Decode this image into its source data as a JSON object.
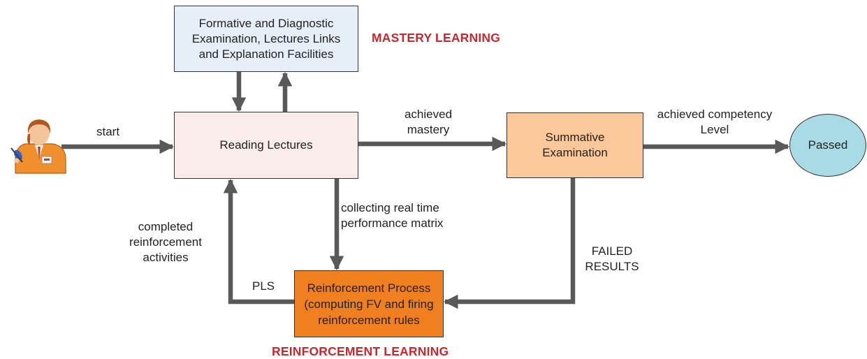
{
  "titles": {
    "mastery": "MASTERY LEARNING",
    "reinforcement": "REINFORCEMENT LEARNING"
  },
  "nodes": {
    "formative": "Formative and Diagnostic Examination, Lectures Links and Explanation Facilities",
    "reading": "Reading Lectures",
    "summative": "Summative Examination",
    "reinforcement": "Reinforcement Process (computing FV and firing reinforcement rules",
    "passed": "Passed"
  },
  "edges": {
    "start": "start",
    "achieved_mastery": "achieved mastery",
    "achieved_competency": "achieved competency Level",
    "collecting": "collecting real time performance matrix",
    "failed": "FAILED RESULTS",
    "completed": "completed reinforcement activities",
    "pls": "PLS"
  },
  "colors": {
    "formative_fill": "#e6eef8",
    "reading_fill": "#faeceb",
    "summative_fill": "#fbc89b",
    "reinforcement_fill": "#f07f1f",
    "passed_fill": "#a8dbe5",
    "title_red": "#c8282d",
    "arrow_gray": "#595959"
  },
  "icons": {
    "actor": "student-user-icon"
  }
}
